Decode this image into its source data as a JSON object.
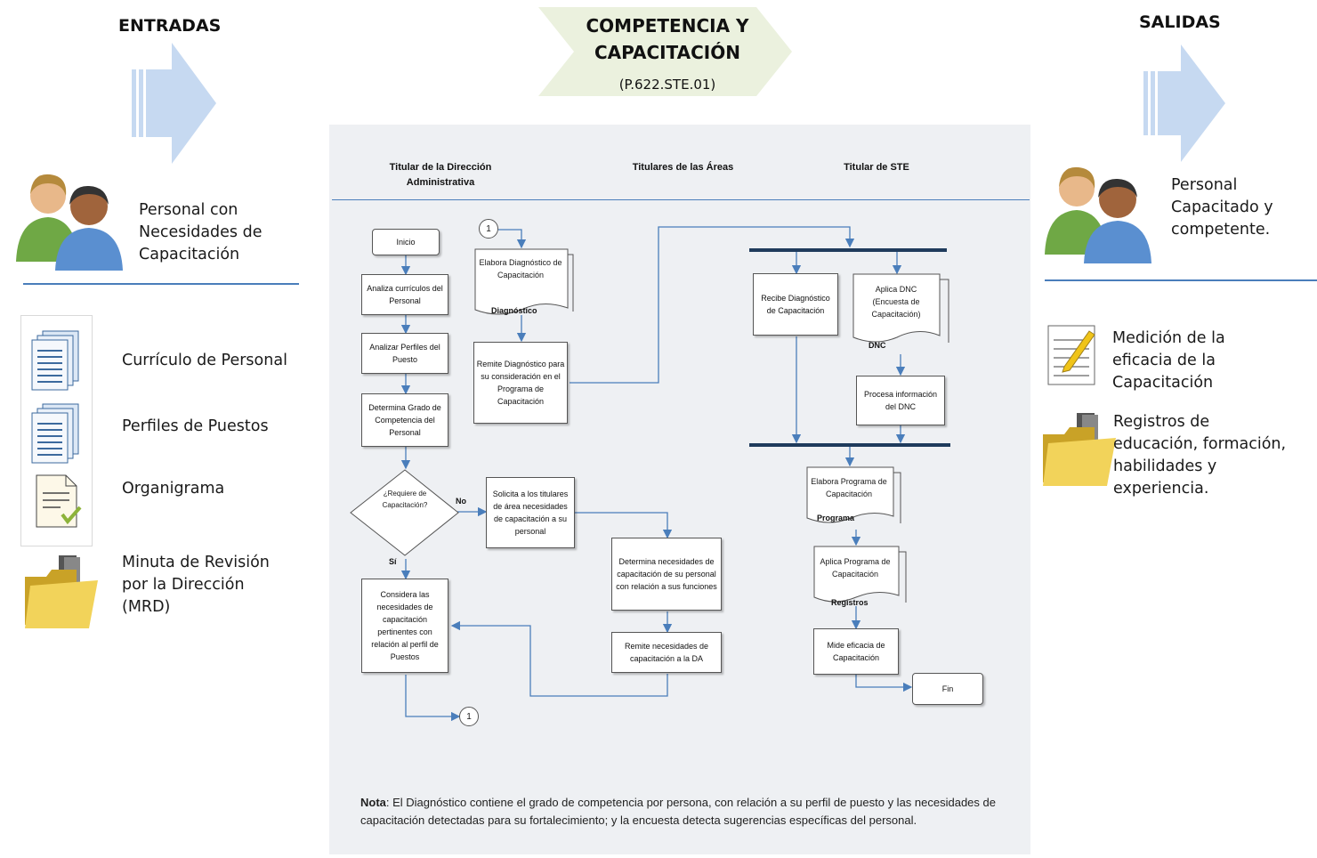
{
  "header": {
    "entradas": "ENTRADAS",
    "salidas": "SALIDAS",
    "title_line1": "COMPETENCIA Y",
    "title_line2": "CAPACITACIÓN",
    "code": "(P.622.STE.01)"
  },
  "inputs": {
    "main": "Personal con Necesidades de Capacitación",
    "documents": [
      {
        "label": "Currículo de Personal",
        "icon": "document-stack-icon"
      },
      {
        "label": "Perfiles de Puestos",
        "icon": "document-stack-icon"
      },
      {
        "label": "Organigrama",
        "icon": "approved-document-icon"
      },
      {
        "label": "Minuta de Revisión por la Dirección (MRD)",
        "icon": "folder-icon"
      }
    ]
  },
  "outputs": {
    "main": "Personal Capacitado y competente.",
    "items": [
      {
        "label": "Medición de la eficacia de la Capacitación",
        "icon": "checklist-icon"
      },
      {
        "label": "Registros  de educación, formación, habilidades y experiencia.",
        "icon": "folder-icon"
      }
    ]
  },
  "lanes": {
    "lane1": "Titular de la Dirección Administrativa",
    "lane2": "Titulares de las Áreas",
    "lane3": "Titular de STE"
  },
  "flow": {
    "inicio": "Inicio",
    "analiza": "Analiza currículos del Personal",
    "perfiles": "Analizar Perfiles del Puesto",
    "determina_grado": "Determina Grado de Competencia del Personal",
    "decision": "¿Requiere de Capacitación?",
    "no": "No",
    "si": "Sí",
    "considera": "Considera las necesidades de capacitación pertinentes con relación al perfil de Puestos",
    "connector": "1",
    "elabora_diag": "Elabora Diagnóstico de Capacitación",
    "diagnostico": "Diagnóstico",
    "remite_diag": "Remite Diagnóstico para su consideración en el Programa de Capacitación",
    "solicita": "Solicita a los titulares de área necesidades de capacitación a su personal",
    "determina_nec": "Determina necesidades de capacitación de su personal con relación a sus funciones",
    "remite_nec": "Remite necesidades de capacitación a la DA",
    "recibe": "Recibe Diagnóstico de Capacitación",
    "aplica_dnc": "Aplica DNC (Encuesta de Capacitación)",
    "dnc": "DNC",
    "procesa": "Procesa información del DNC",
    "elabora_prog": "Elabora Programa de Capacitación",
    "programa": "Programa",
    "aplica_prog": "Aplica Programa de Capacitación",
    "registros": "Registros",
    "mide": "Mide eficacia de Capacitación",
    "fin": "Fin"
  },
  "note": {
    "label": "Nota",
    "text": ": El Diagnóstico contiene el grado de competencia por persona, con relación a su perfil de puesto y las necesidades de capacitación detectadas para su fortalecimiento; y la encuesta detecta sugerencias específicas del personal."
  },
  "colors": {
    "arrow_fill": "#c6d9f1",
    "title_fill": "#ebf1de",
    "bar": "#1f3b5c",
    "line": "#4a7ebb"
  }
}
